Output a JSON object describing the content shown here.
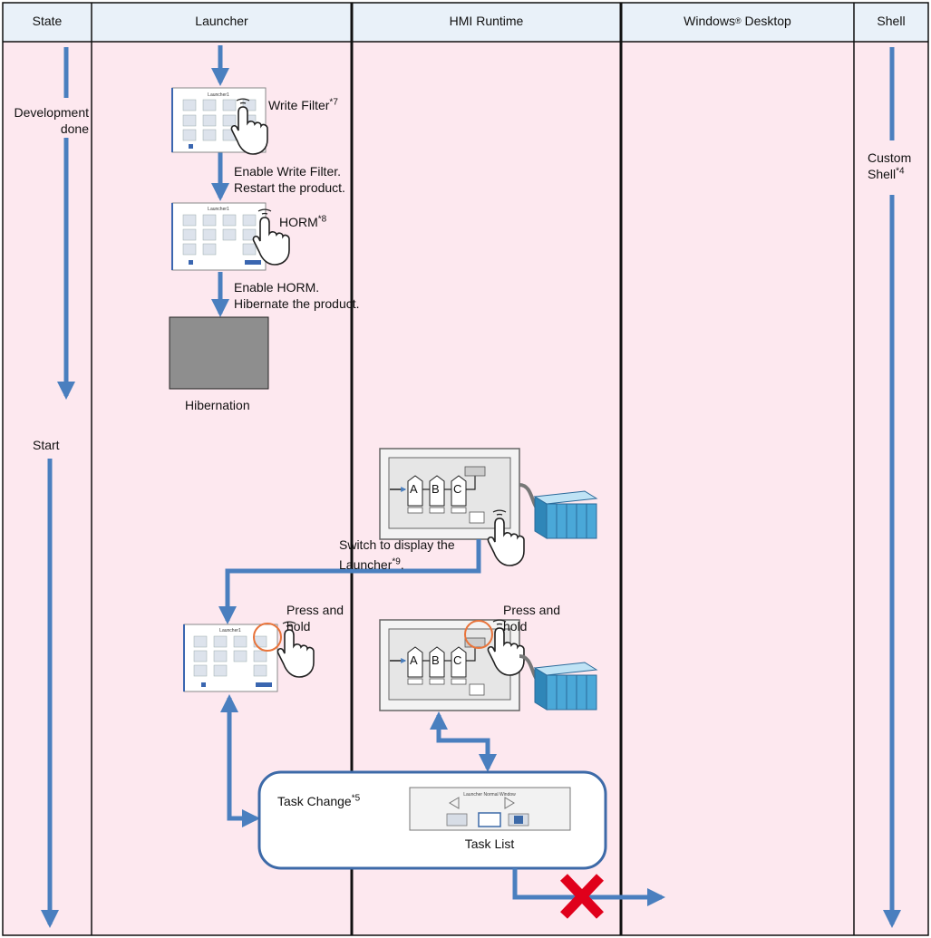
{
  "columns": {
    "state": "State",
    "launcher": "Launcher",
    "hmi_runtime": "HMI Runtime",
    "windows_desktop_prefix": "Windows",
    "windows_desktop_sup": "®",
    "windows_desktop_suffix": " Desktop",
    "shell": "Shell"
  },
  "state": {
    "development_line1": "Development",
    "development_line2": "done",
    "start": "Start"
  },
  "shell": {
    "custom_line1": "Custom",
    "custom_line2": "Shell",
    "custom_sup": "*4"
  },
  "launcher": {
    "write_filter": "Write Filter",
    "write_filter_sup": "*7",
    "enable_write_filter": "Enable Write Filter.",
    "restart_product": "Restart the product.",
    "horm": "HORM",
    "horm_sup": "*8",
    "enable_horm": "Enable HORM.",
    "hibernate_product": "Hibernate the product.",
    "hibernation": "Hibernation",
    "press_hold_line1": "Press and",
    "press_hold_line2": "hold",
    "screen_title": "Launcher1"
  },
  "hmi": {
    "switch_line1": "Switch to display the",
    "switch_line2": "Launcher",
    "switch_sup": "*9",
    "switch_end": ".",
    "press_hold_line1": "Press and",
    "press_hold_line2": "hold",
    "block_a": "A",
    "block_b": "B",
    "block_c": "C"
  },
  "task_change": {
    "label": "Task Change",
    "label_sup": "*5",
    "task_list_title": "Launcher Normal Window",
    "task_list_label": "Task List"
  },
  "colors": {
    "lane_bg": "#fde8ef",
    "header_bg": "#e9f1f9",
    "arrow": "#4a7fbf",
    "highlight_circle": "#e8743b",
    "cross": "#e0001b",
    "hibernation_screen": "#8e8e8e",
    "plc_blue": "#4aa8d8"
  }
}
